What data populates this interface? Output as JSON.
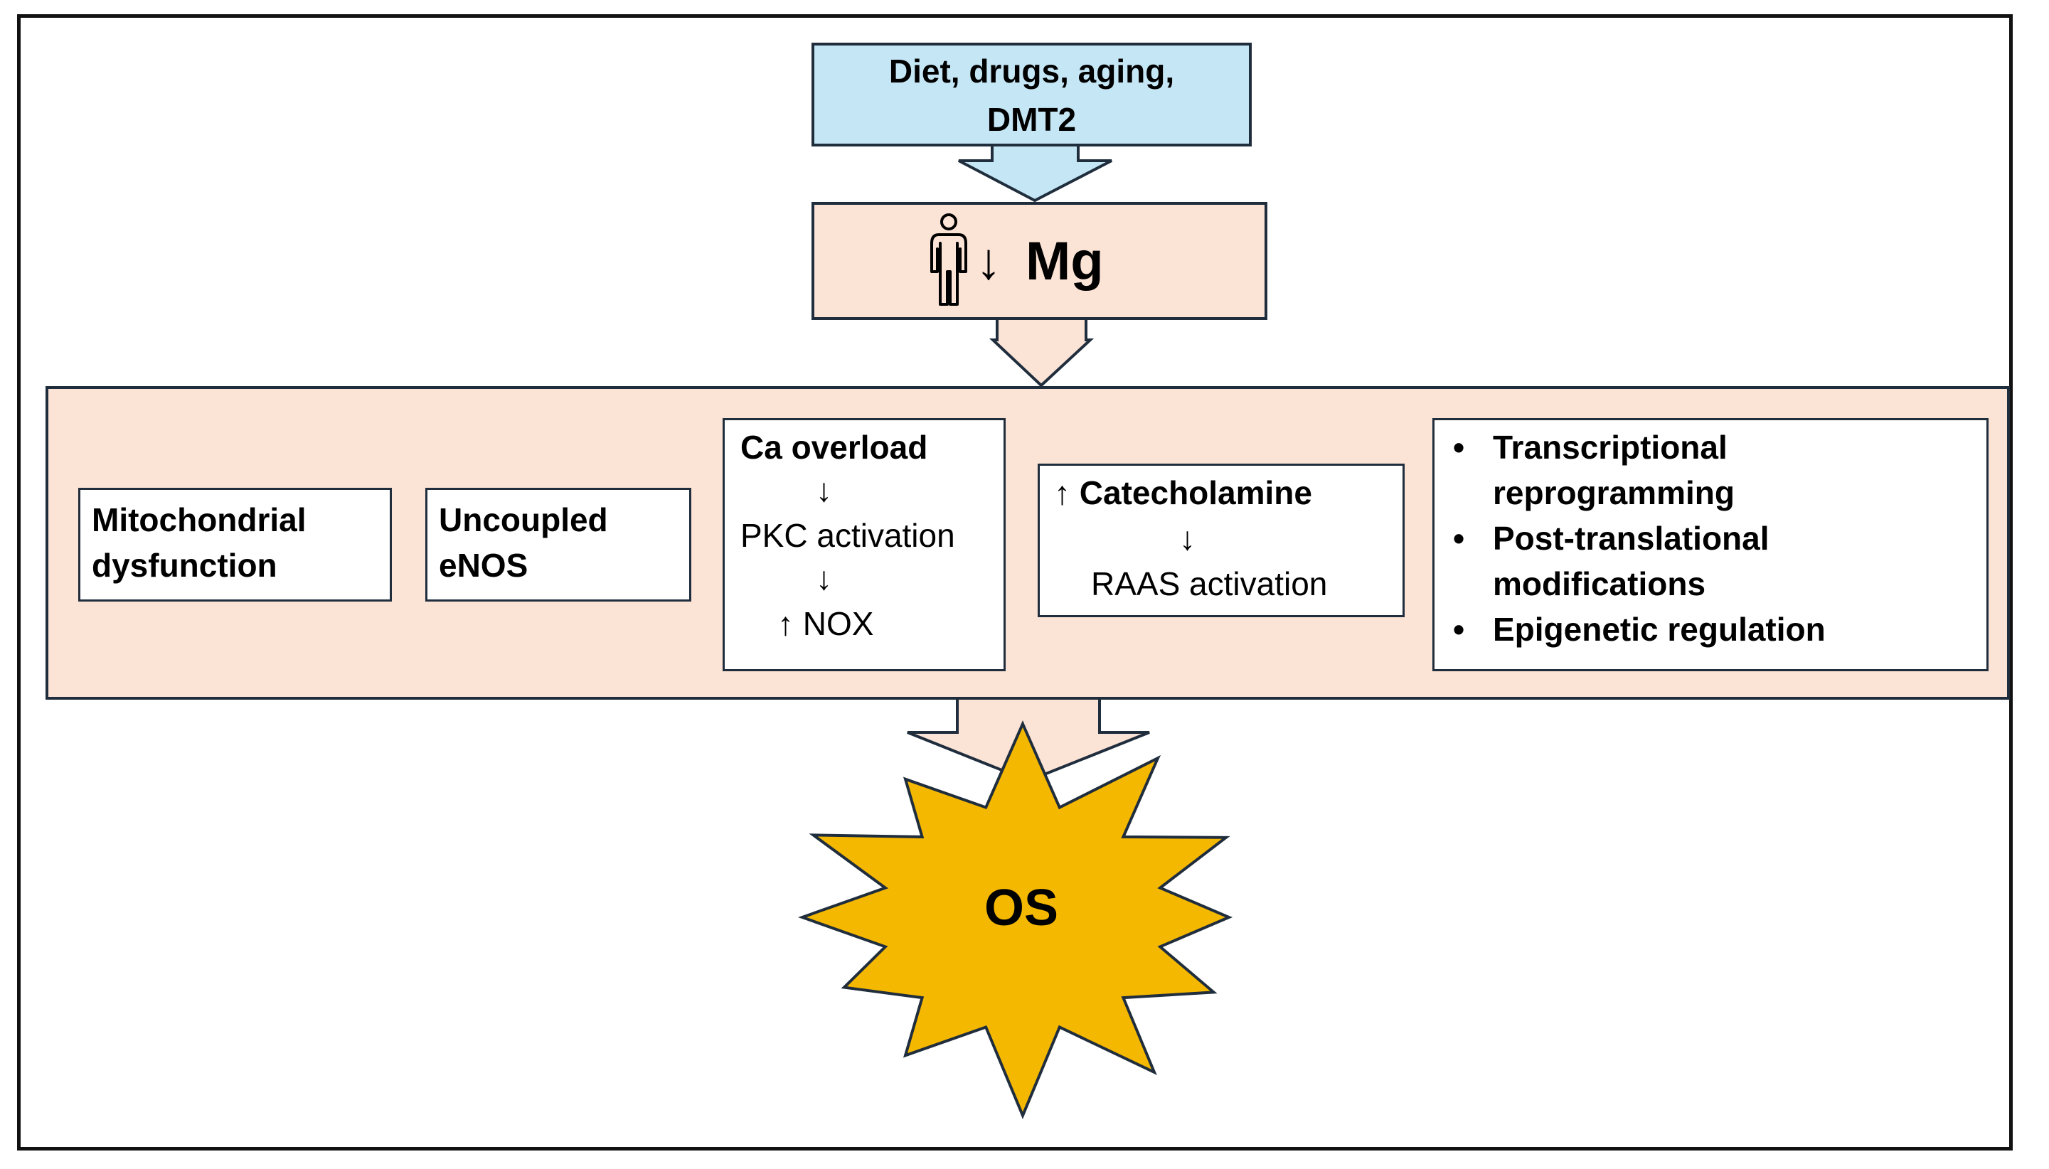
{
  "diagram": {
    "source_box": {
      "line1": "Diet, drugs, aging,",
      "line2": "DMT2"
    },
    "mg_box": {
      "arrow": "↓",
      "label": "Mg",
      "icon": "person-icon"
    },
    "mechanisms": {
      "mitochondrial": {
        "line1": "Mitochondrial",
        "line2": "dysfunction"
      },
      "enos": {
        "line1": "Uncoupled",
        "line2": "eNOS"
      },
      "calcium": {
        "title": "Ca overload",
        "arrow1": "↓",
        "step1": "PKC activation",
        "arrow2": "↓",
        "step2": "↑ NOX"
      },
      "catecholamine": {
        "title": "↑ Catecholamine",
        "arrow": "↓",
        "step": "RAAS activation"
      },
      "regulation": {
        "item1_line1": "Transcriptional",
        "item1_line2": "reprogramming",
        "item2_line1": "Post-translational",
        "item2_line2": "modifications",
        "item3": "Epigenetic regulation"
      }
    },
    "outcome": {
      "label": "OS"
    },
    "colors": {
      "source_fill": "#c5e6f5",
      "panel_fill": "#fbe3d6",
      "star_fill": "#f5b800",
      "border": "#1f2d3d"
    }
  }
}
